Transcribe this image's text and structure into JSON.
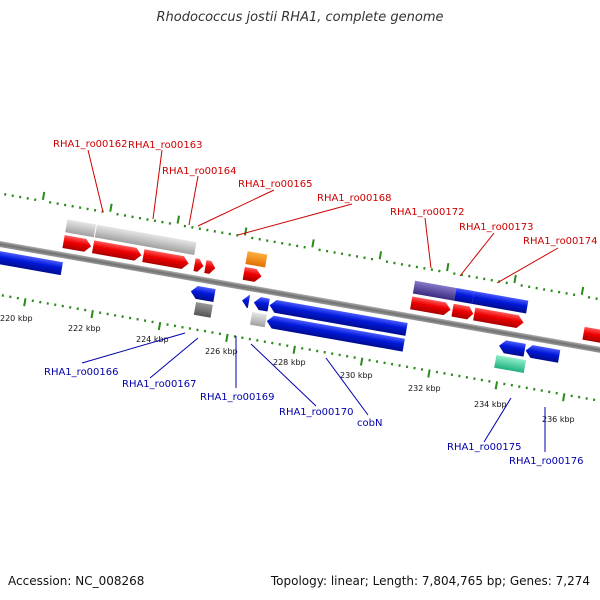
{
  "title": "Rhodococcus jostii RHA1, complete genome",
  "footer": {
    "accession": "Accession: NC_008268",
    "topology": "Topology: linear; Length: 7,804,765 bp; Genes: 7,274"
  },
  "scale_labels": [
    "220 kbp",
    "222 kbp",
    "224 kbp",
    "226 kbp",
    "228 kbp",
    "230 kbp",
    "232 kbp",
    "234 kbp",
    "236 kbp"
  ],
  "forward_genes": [
    "RHA1_ro00162",
    "RHA1_ro00163",
    "RHA1_ro00164",
    "RHA1_ro00165",
    "RHA1_ro00168",
    "RHA1_ro00172",
    "RHA1_ro00173",
    "RHA1_ro00174"
  ],
  "reverse_genes": [
    "RHA1_ro00166",
    "RHA1_ro00167",
    "RHA1_ro00169",
    "RHA1_ro00170",
    "cobN",
    "RHA1_ro00175",
    "RHA1_ro00176"
  ],
  "colors": {
    "forward_label": "#cc0000",
    "reverse_label": "#0000aa",
    "forward_gene": "#e8000b",
    "reverse_gene": "#0018d8",
    "tick": "#2a8a1a",
    "backbone": "#808080",
    "feature_gray": "#c8c8c8",
    "feature_dark_gray": "#777777",
    "feature_orange": "#ff8c00",
    "feature_purple": "#5a4aa0",
    "feature_mint": "#3fd9a0"
  }
}
